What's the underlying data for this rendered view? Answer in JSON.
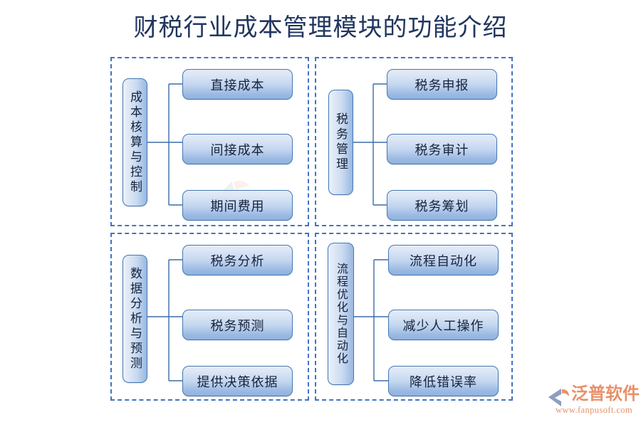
{
  "title": "财税行业成本管理模块的功能介绍",
  "colors": {
    "title_text": "#21365f",
    "panel_border": "#4472c4",
    "node_border": "#4579b4",
    "node_text": "#16213c",
    "connector": "#3c6ba8",
    "logo_text": "#e8906a",
    "logo_mark": "#8d9fbe",
    "logo_accent": "#e8906a"
  },
  "groups": [
    {
      "id": "cost-accounting-control",
      "root": "成本核算与控制",
      "leaves": [
        "直接成本",
        "间接成本",
        "期间费用"
      ]
    },
    {
      "id": "tax-management",
      "root": "税务管理",
      "leaves": [
        "税务申报",
        "税务审计",
        "税务筹划"
      ]
    },
    {
      "id": "data-analysis-forecast",
      "root": "数据分析与预测",
      "leaves": [
        "税务分析",
        "税务预测",
        "提供决策依据"
      ]
    },
    {
      "id": "process-optimization-automation",
      "root": "流程优化与自动化",
      "leaves": [
        "流程自动化",
        "减少人工操作",
        "降低错误率"
      ]
    }
  ],
  "watermark": {
    "text": "泛普软件",
    "sub": "www.fanpusoft.com"
  },
  "logo": {
    "name": "泛普软件",
    "url": "www.fanpusoft.com"
  }
}
